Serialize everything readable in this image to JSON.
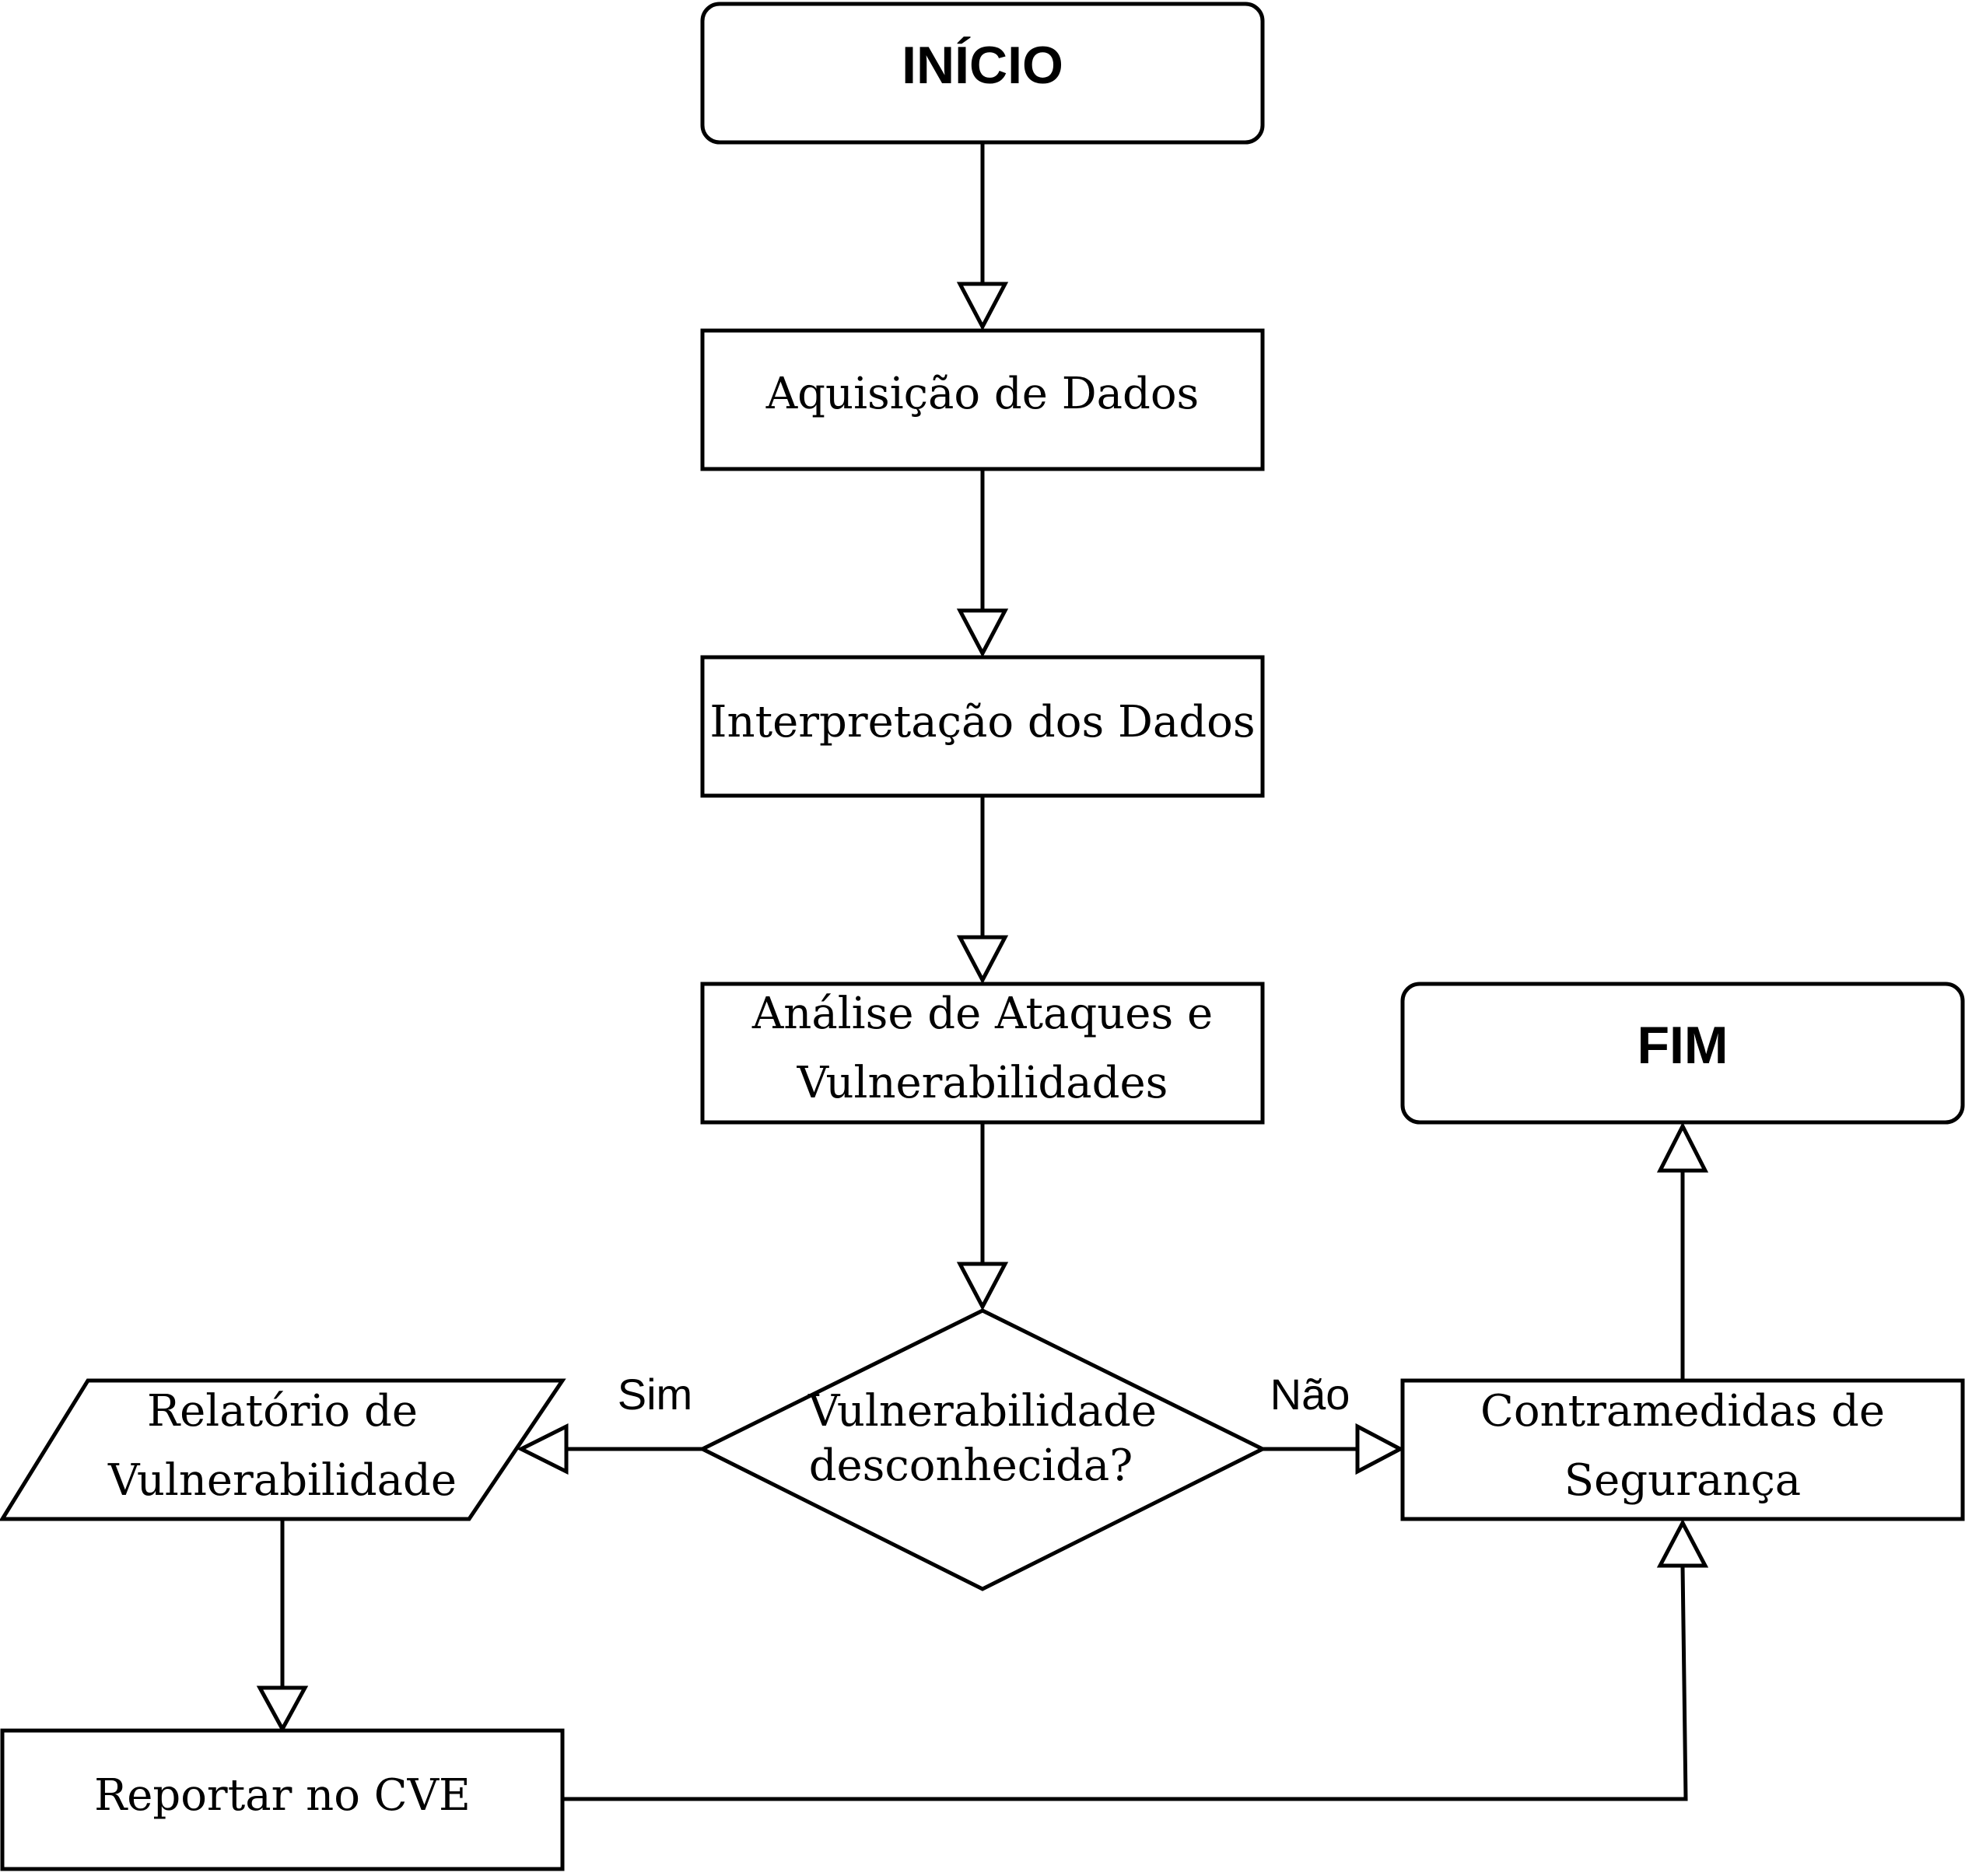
{
  "nodes": {
    "inicio": "INÍCIO",
    "aquisicao": "Aquisição de Dados",
    "interpretacao": "Interpretação dos Dados",
    "analise_line1": "Análise de Ataques e",
    "analise_line2": "Vulnerabilidades",
    "decisao_line1": "Vulnerabilidade",
    "decisao_line2": "desconhecida?",
    "relatorio_line1": "Relatório de",
    "relatorio_line2": "Vulnerabilidade",
    "reportar": "Reportar no CVE",
    "contramedidas_line1": "Contramedidas de",
    "contramedidas_line2": "Segurança",
    "fim": "FIM"
  },
  "edges": {
    "sim": "Sim",
    "nao": "Não"
  },
  "colors": {
    "stroke": "#000000",
    "fill": "#ffffff",
    "text": "#000000"
  }
}
